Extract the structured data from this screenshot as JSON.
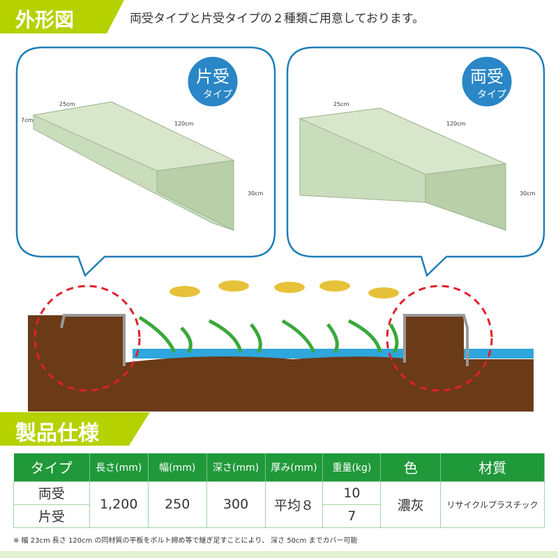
{
  "header": {
    "title": "外形図",
    "intro": "両受タイプと片受タイプの２種類ご用意しております。"
  },
  "callouts": [
    {
      "badge_main": "片受",
      "badge_sub": "タイプ",
      "dims": {
        "width": "25cm",
        "length": "120cm",
        "thickness": "7cm",
        "depth": "30cm"
      }
    },
    {
      "badge_main": "両受",
      "badge_sub": "タイプ",
      "dims": {
        "width": "25cm",
        "length": "120cm",
        "depth": "30cm"
      }
    }
  ],
  "specs": {
    "title": "製品仕様",
    "headers": [
      "タイプ",
      "長さ(mm)",
      "幅(mm)",
      "深さ(mm)",
      "厚み(mm)",
      "重量(kg)",
      "色",
      "材質"
    ],
    "rows": [
      {
        "type": "両受",
        "weight": "10"
      },
      {
        "type": "片受",
        "weight": "7"
      }
    ],
    "length": "1,200",
    "width": "250",
    "depth": "300",
    "thickness": "平均８",
    "color": "濃灰",
    "material": "リサイクルプラスチック",
    "note": "※ 幅 23cm 長さ 120cm の同材質の平板をボルト締め等で継ぎ足すことにより、 深さ 50cm までカバー可能"
  },
  "colors": {
    "accent": "#b5d200",
    "table_header": "#20993a",
    "soil": "#6b3a17",
    "water": "#2fa6dc",
    "product": "#c9dcbc",
    "callout_border": "#1f7fb8",
    "circle_dash": "#e0202a"
  }
}
